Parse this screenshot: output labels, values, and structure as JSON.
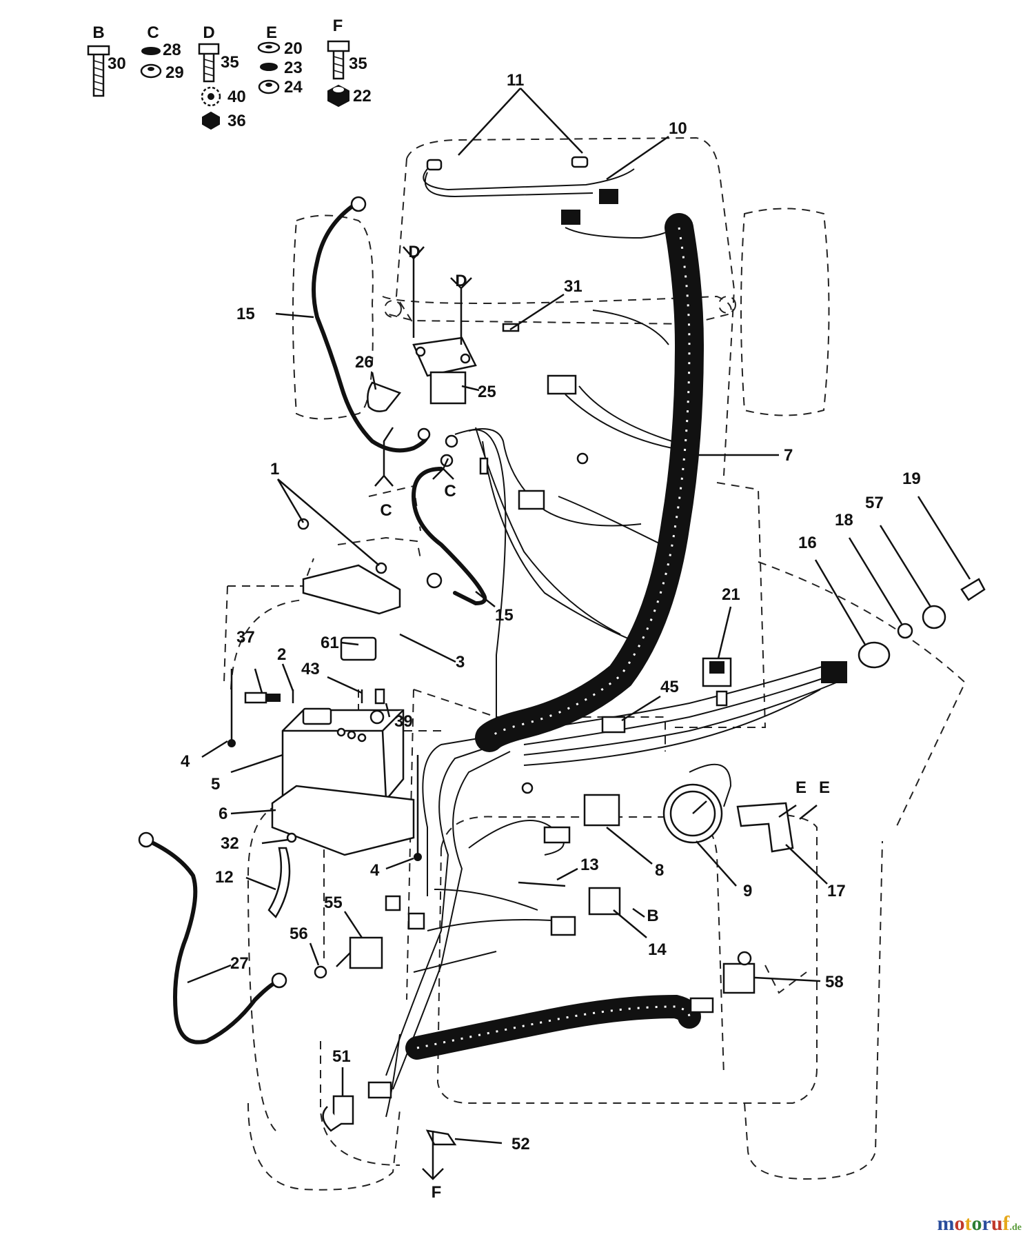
{
  "hardware_key": [
    {
      "letter": "B",
      "parts": [
        "30"
      ]
    },
    {
      "letter": "C",
      "parts": [
        "28",
        "29"
      ]
    },
    {
      "letter": "D",
      "parts": [
        "35",
        "40",
        "36"
      ]
    },
    {
      "letter": "E",
      "parts": [
        "20",
        "23",
        "24"
      ]
    },
    {
      "letter": "F",
      "parts": [
        "35",
        "22"
      ]
    }
  ],
  "callouts": {
    "c1": "1",
    "c2": "2",
    "c3": "3",
    "c4a": "4",
    "c4b": "4",
    "c5": "5",
    "c6": "6",
    "c7": "7",
    "c8": "8",
    "c9": "9",
    "c10": "10",
    "c11": "11",
    "c12": "12",
    "c13": "13",
    "c14": "14",
    "c15a": "15",
    "c15b": "15",
    "c16": "16",
    "c17": "17",
    "c18": "18",
    "c19": "19",
    "c21": "21",
    "c25": "25",
    "c26": "26",
    "c27": "27",
    "c31": "31",
    "c32": "32",
    "c37": "37",
    "c39": "39",
    "c43": "43",
    "c45": "45",
    "c51": "51",
    "c52": "52",
    "c55": "55",
    "c56": "56",
    "c57": "57",
    "c58": "58",
    "c61": "61"
  },
  "hardware_refs": {
    "d1": "D",
    "d2": "D",
    "c_left": "C",
    "c_right": "C",
    "e1": "E",
    "e2": "E",
    "b_ref": "B",
    "f_ref": "F"
  },
  "watermark": {
    "brand": "motoruf",
    "domain": ".de",
    "colors": [
      "#2a4d9c",
      "#c0392b",
      "#e6a81c",
      "#2e7d32"
    ]
  }
}
